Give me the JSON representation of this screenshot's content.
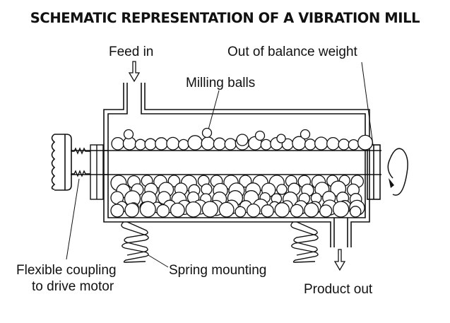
{
  "title": "SCHEMATIC REPRESENTATION OF A VIBRATION MILL",
  "labels": {
    "feed_in": "Feed in",
    "out_of_balance_weight": "Out of balance weight",
    "milling_balls": "Milling balls",
    "flexible_coupling_line1": "Flexible coupling",
    "flexible_coupling_line2": "to drive motor",
    "spring_mounting": "Spring mounting",
    "product_out": "Product out"
  },
  "components": [
    "drive-motor",
    "flexible-coupling",
    "shaft",
    "housing",
    "milling-balls",
    "feed-inlet",
    "product-outlet",
    "spring-mountings",
    "out-of-balance-weight",
    "rotation-arrow"
  ]
}
